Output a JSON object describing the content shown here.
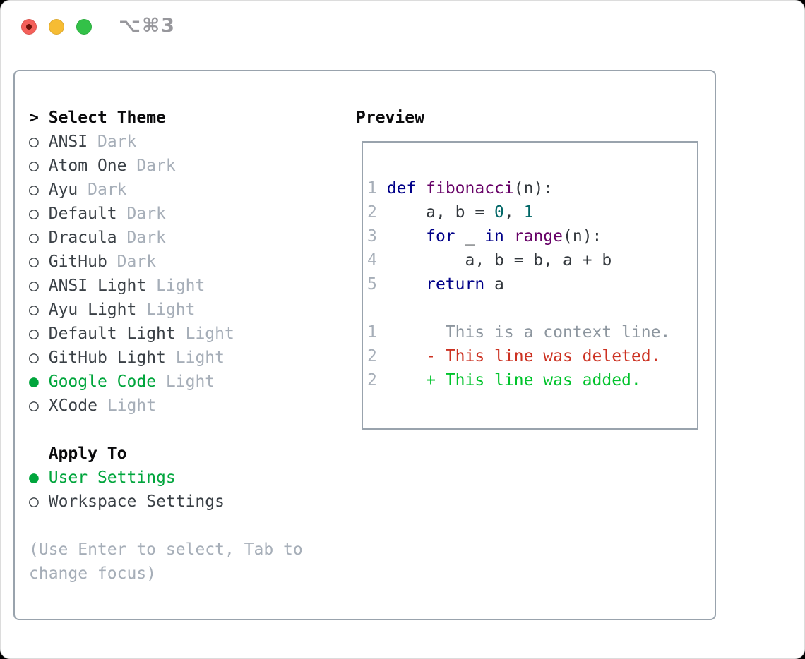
{
  "titlebar": {
    "shortcut": "⌥⌘3"
  },
  "panel": {
    "theme_section": {
      "prompt": ">",
      "header": "Select Theme",
      "items": [
        {
          "name": "ANSI",
          "variant": "Dark",
          "selected": false
        },
        {
          "name": "Atom One",
          "variant": "Dark",
          "selected": false
        },
        {
          "name": "Ayu",
          "variant": "Dark",
          "selected": false
        },
        {
          "name": "Default",
          "variant": "Dark",
          "selected": false
        },
        {
          "name": "Dracula",
          "variant": "Dark",
          "selected": false
        },
        {
          "name": "GitHub",
          "variant": "Dark",
          "selected": false
        },
        {
          "name": "ANSI Light",
          "variant": "Light",
          "selected": false
        },
        {
          "name": "Ayu Light",
          "variant": "Light",
          "selected": false
        },
        {
          "name": "Default Light",
          "variant": "Light",
          "selected": false
        },
        {
          "name": "GitHub Light",
          "variant": "Light",
          "selected": false
        },
        {
          "name": "Google Code",
          "variant": "Light",
          "selected": true
        },
        {
          "name": "XCode",
          "variant": "Light",
          "selected": false
        }
      ]
    },
    "apply_section": {
      "header": "Apply To",
      "items": [
        {
          "label": "User Settings",
          "selected": true
        },
        {
          "label": "Workspace Settings",
          "selected": false
        }
      ]
    },
    "help_lines": [
      "(Use Enter to select, Tab to",
      "change focus)"
    ],
    "preview": {
      "header": "Preview",
      "lines": [
        {
          "num": "1",
          "tokens": [
            [
              "kwd",
              "def"
            ],
            [
              "pln",
              " "
            ],
            [
              "typ",
              "fibonacci"
            ],
            [
              "pln",
              "(n):"
            ]
          ]
        },
        {
          "num": "2",
          "tokens": [
            [
              "pln",
              "    a, b = "
            ],
            [
              "lit",
              "0"
            ],
            [
              "pln",
              ", "
            ],
            [
              "lit",
              "1"
            ]
          ]
        },
        {
          "num": "3",
          "tokens": [
            [
              "pln",
              "    "
            ],
            [
              "kwd",
              "for"
            ],
            [
              "pln",
              " _ "
            ],
            [
              "kwd",
              "in"
            ],
            [
              "pln",
              " "
            ],
            [
              "typ",
              "range"
            ],
            [
              "pln",
              "(n):"
            ]
          ]
        },
        {
          "num": "4",
          "tokens": [
            [
              "pln",
              "        a, b = b, a + b"
            ]
          ]
        },
        {
          "num": "5",
          "tokens": [
            [
              "pln",
              "    "
            ],
            [
              "kwd",
              "return"
            ],
            [
              "pln",
              " a"
            ]
          ]
        },
        {
          "num": "",
          "tokens": []
        },
        {
          "num": "1",
          "tokens": [
            [
              "ctx",
              "      This is a context line."
            ]
          ]
        },
        {
          "num": "2",
          "tokens": [
            [
              "del",
              "    - This line was deleted."
            ]
          ]
        },
        {
          "num": "2",
          "tokens": [
            [
              "add",
              "    + This line was added."
            ]
          ]
        }
      ]
    }
  },
  "icons": {
    "radio_unselected": "○",
    "radio_selected": "●"
  },
  "colors": {
    "accent_green": "#00a53c",
    "diff_add": "#00c32b",
    "diff_del": "#cc3222",
    "kwd": "#000088",
    "typ": "#660066",
    "lit": "#006666",
    "pln": "#33383d",
    "gutter": "#a6aeb8",
    "ctx": "#8d969f",
    "muted": "#a6aeb8",
    "textdark": "#3a4046",
    "border": "#99a3ad",
    "title_gray": "#97979c",
    "tl_red": "#f4605a",
    "tl_red_dot": "#6d1209",
    "tl_yellow": "#f6bc33",
    "tl_green": "#33c148"
  }
}
